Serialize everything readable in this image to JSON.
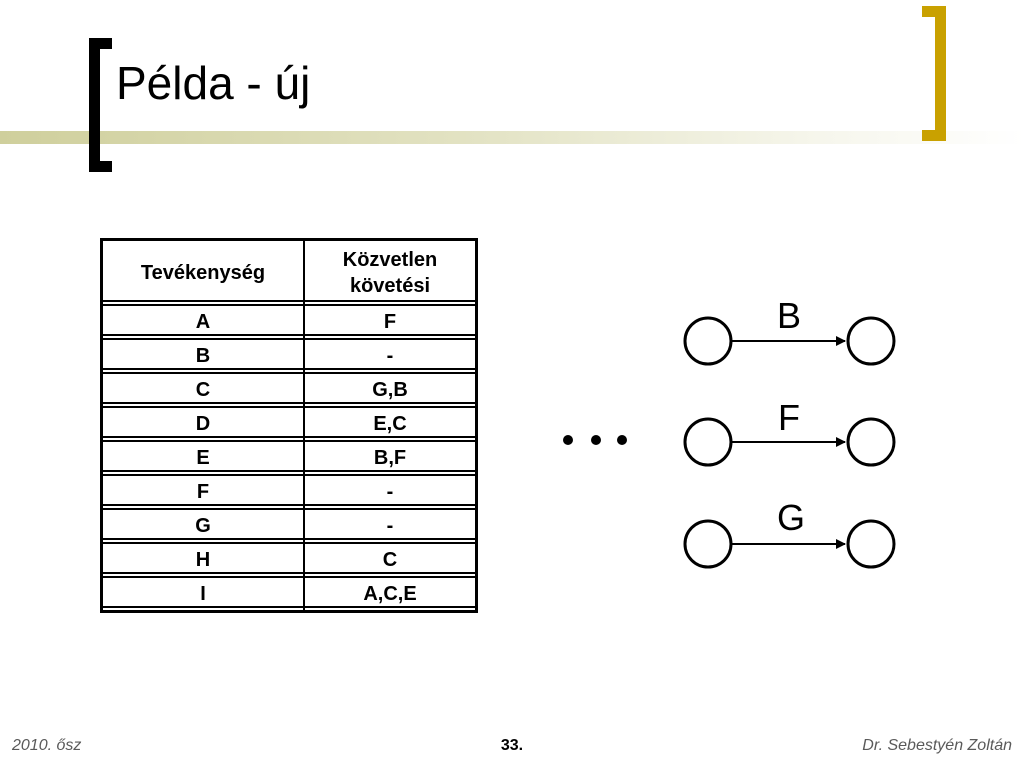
{
  "slide": {
    "title": "Példa - új"
  },
  "table": {
    "header": {
      "col1": "Tevékenység",
      "col2_line1": "Közvetlen",
      "col2_line2": "követési"
    },
    "rows": [
      {
        "activity": "A",
        "successors": "F"
      },
      {
        "activity": "B",
        "successors": "-"
      },
      {
        "activity": "C",
        "successors": "G,B"
      },
      {
        "activity": "D",
        "successors": "E,C"
      },
      {
        "activity": "E",
        "successors": "B,F"
      },
      {
        "activity": "F",
        "successors": "-"
      },
      {
        "activity": "G",
        "successors": "-"
      },
      {
        "activity": "H",
        "successors": "C"
      },
      {
        "activity": "I",
        "successors": "A,C,E"
      }
    ]
  },
  "diagram": {
    "arrows": [
      {
        "label": "B"
      },
      {
        "label": "F"
      },
      {
        "label": "G"
      }
    ]
  },
  "footer": {
    "left": "2010. ősz",
    "center": "33.",
    "right": "Dr. Sebestyén Zoltán"
  },
  "colors": {
    "accent_gold": "#c9a100",
    "title_bar": "#cfcf9c"
  }
}
